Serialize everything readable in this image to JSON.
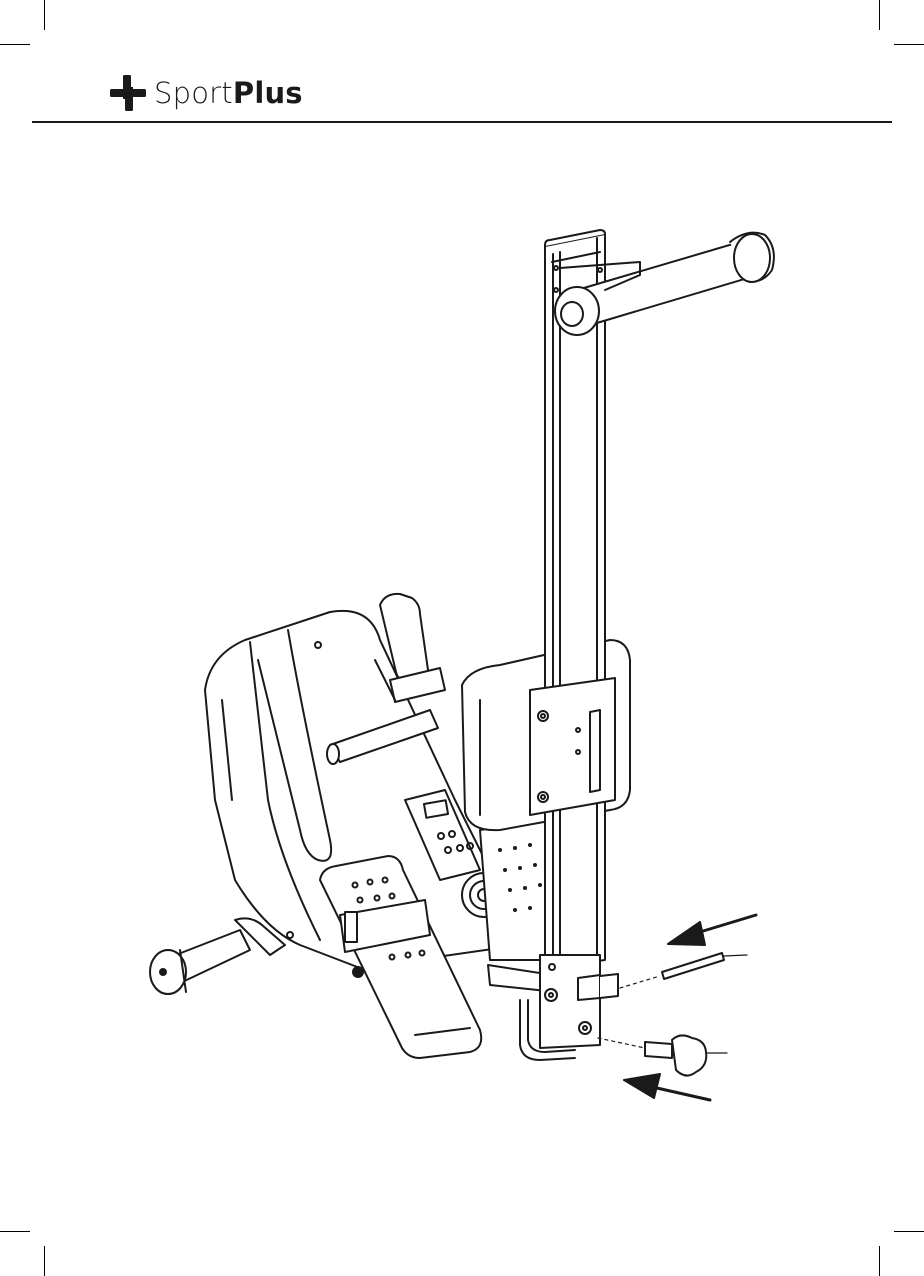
{
  "header": {
    "brand_light": "Sport",
    "brand_bold": "Plus",
    "logo_icon": "sportplus-cross-icon"
  },
  "figure": {
    "subject": "rowing-machine-assembly-step",
    "parts": [
      "rail-pin",
      "star-knob"
    ],
    "colors": {
      "line": "#1a1a1a",
      "fill": "#ffffff",
      "shade": "#f2f2f2"
    }
  }
}
